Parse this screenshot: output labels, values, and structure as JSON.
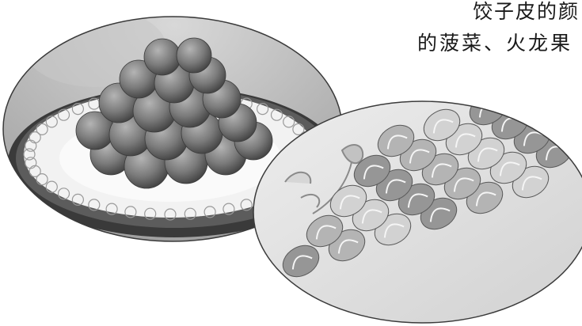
{
  "text": {
    "line1": "饺子皮的颜",
    "line2": "的菠菜、火龙果"
  },
  "photos": [
    {
      "subject": "fried-dough-balls-on-plate-photo"
    },
    {
      "subject": "colored-dumplings-rows-photo"
    }
  ],
  "colors": {
    "page_background": "#ffffff",
    "text": "#1a1a1a",
    "photo_tone": "grayscale"
  }
}
